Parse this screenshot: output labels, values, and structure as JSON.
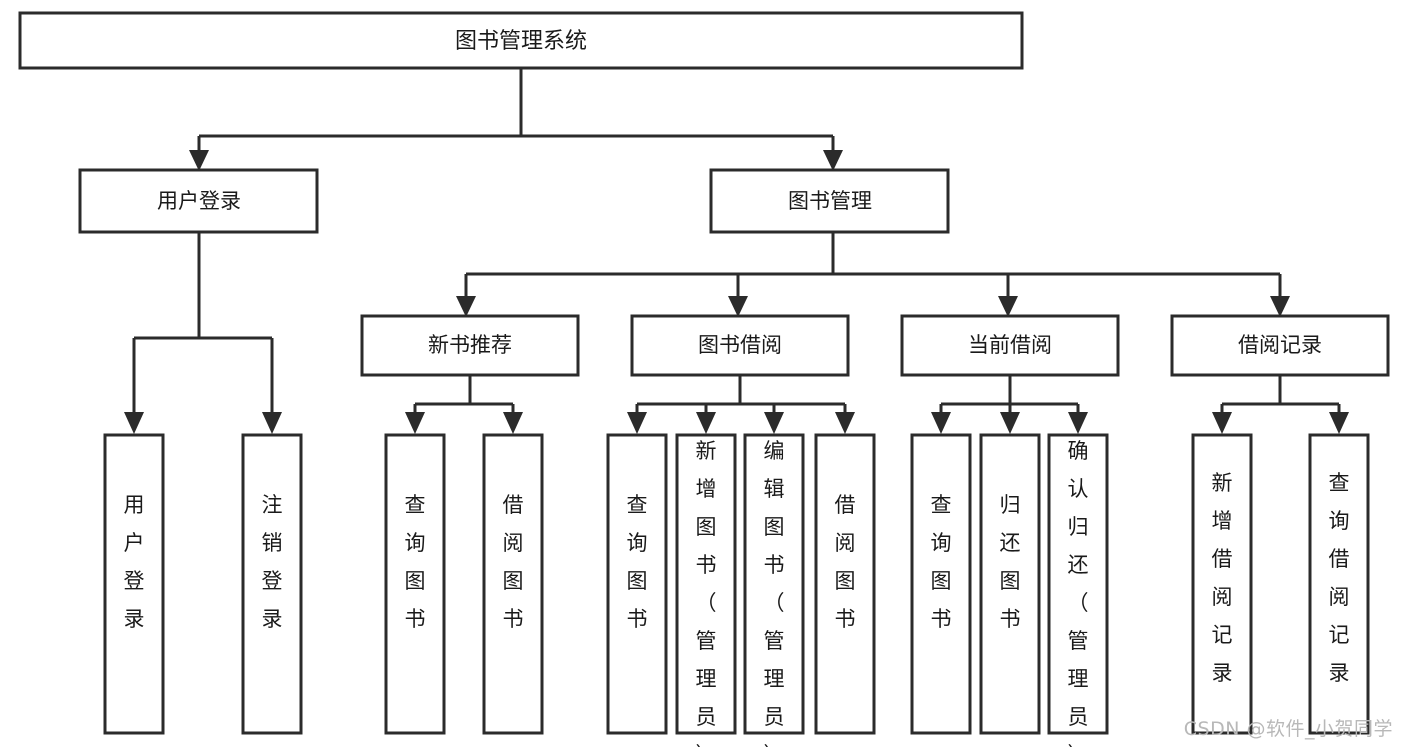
{
  "diagram": {
    "title": "图书管理系统",
    "type": "tree-hierarchy",
    "colors": {
      "box_stroke": "#2b2b2b",
      "box_fill": "#ffffff",
      "connector": "#2b2b2b",
      "text": "#1a1a1a",
      "background": "#ffffff",
      "watermark": "#b8b8b8"
    },
    "root": {
      "label": "图书管理系统"
    },
    "level2": [
      {
        "label": "用户登录"
      },
      {
        "label": "图书管理"
      }
    ],
    "level3": [
      {
        "label": "新书推荐"
      },
      {
        "label": "图书借阅"
      },
      {
        "label": "当前借阅"
      },
      {
        "label": "借阅记录"
      }
    ],
    "leaves": {
      "user_login": [
        {
          "label": "用户登录"
        },
        {
          "label": "注销登录"
        }
      ],
      "new_book_recommend": [
        {
          "label": "查询图书"
        },
        {
          "label": "借阅图书"
        }
      ],
      "book_borrow": [
        {
          "label": "查询图书"
        },
        {
          "label": "新增图书（管理员）"
        },
        {
          "label": "编辑图书（管理员）"
        },
        {
          "label": "借阅图书"
        }
      ],
      "current_borrow": [
        {
          "label": "查询图书"
        },
        {
          "label": "归还图书"
        },
        {
          "label": "确认归还（管理员）"
        }
      ],
      "borrow_record": [
        {
          "label": "新增借阅记录"
        },
        {
          "label": "查询借阅记录"
        }
      ]
    }
  },
  "watermark": {
    "text": "CSDN @软件_小贺同学"
  }
}
